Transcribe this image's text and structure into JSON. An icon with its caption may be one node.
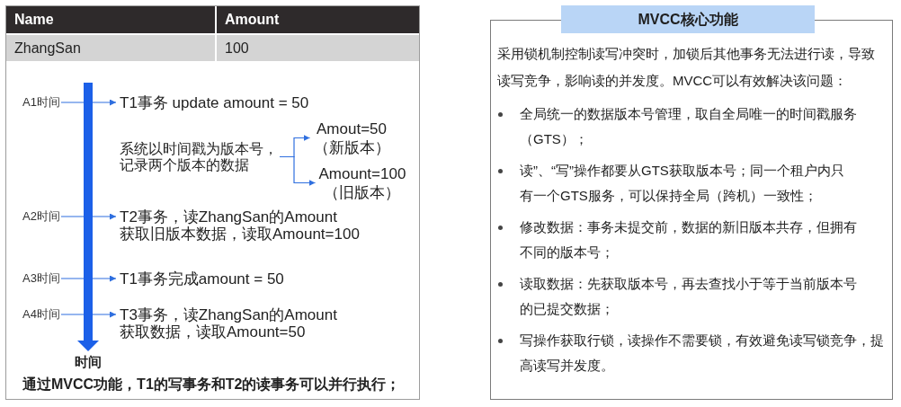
{
  "diagram": {
    "nodes": [
      {
        "text": [
          "通过MVCC功能，T1的写事务和T2的读事务可以并行执行；"
        ]
      },
      {
        "text": [
          "A1时间"
        ],
        "in": 0
      },
      {
        "text": [
          "T1事务 update amount = 50"
        ],
        "in": 0
      },
      {
        "text": [
          "系统以时间戳为版本号，记录两个版本的数据"
        ],
        "in": 0
      },
      {
        "text": [
          "Amout=50 （新版本）"
        ],
        "in": 0
      },
      {
        "text": [
          "Amount=100 （旧版本）"
        ],
        "in": 0
      },
      {
        "text": [
          "A2时间"
        ],
        "in": 0
      },
      {
        "text": [
          "T2事务，读ZhangSan的Amount 获取旧版本数据，读取Amount=100"
        ],
        "in": 0
      },
      {
        "text": [
          "A3时间"
        ],
        "in": 0
      },
      {
        "text": [
          "T1事务完成amount = 50"
        ],
        "in": 0
      },
      {
        "text": [
          "A4时间"
        ],
        "in": 0
      },
      {
        "text": [
          "T3事务，读ZhangSan的Amount 获取数据，读取Amount=50"
        ],
        "in": 0
      },
      {
        "text": [
          "MVCC核心功能",
          "采用锁机制控制读写冲突时，加锁后其他事务无法进行读，导致读写竞争，影响读的并发度。MVCC可以有效解决该问题：",
          "全局统一的数据版本号管理，取自全局唯一的时间戳服务（GTS）；",
          "读”、“写”操作都要从GTS获取版本号；同一个租户内只有一个GTS服务，可以保持全局（跨机）一致性；",
          "修改数据：事务未提交前，数据的新旧版本共存，但拥有不同的版本号；",
          "读取数据：先获取版本号，再去查找小于等于当前版本号的已提交数据；",
          "写操作获取行锁，读操作不需要锁，有效避免读写锁竞争，提高读写并发度。"
        ]
      }
    ],
    "edges": [
      {
        "from": 1,
        "to": 2,
        "arrow": "to"
      },
      {
        "from": 3,
        "to": 4,
        "arrow": "to"
      },
      {
        "from": 3,
        "to": 5,
        "arrow": "to"
      },
      {
        "from": 6,
        "to": 7,
        "arrow": "to"
      },
      {
        "from": 8,
        "to": 9,
        "arrow": "to"
      },
      {
        "from": 10,
        "to": 11,
        "arrow": "to"
      }
    ],
    "labels": [
      "Name",
      "Amount",
      "ZhangSan",
      "100",
      "时间"
    ]
  }
}
